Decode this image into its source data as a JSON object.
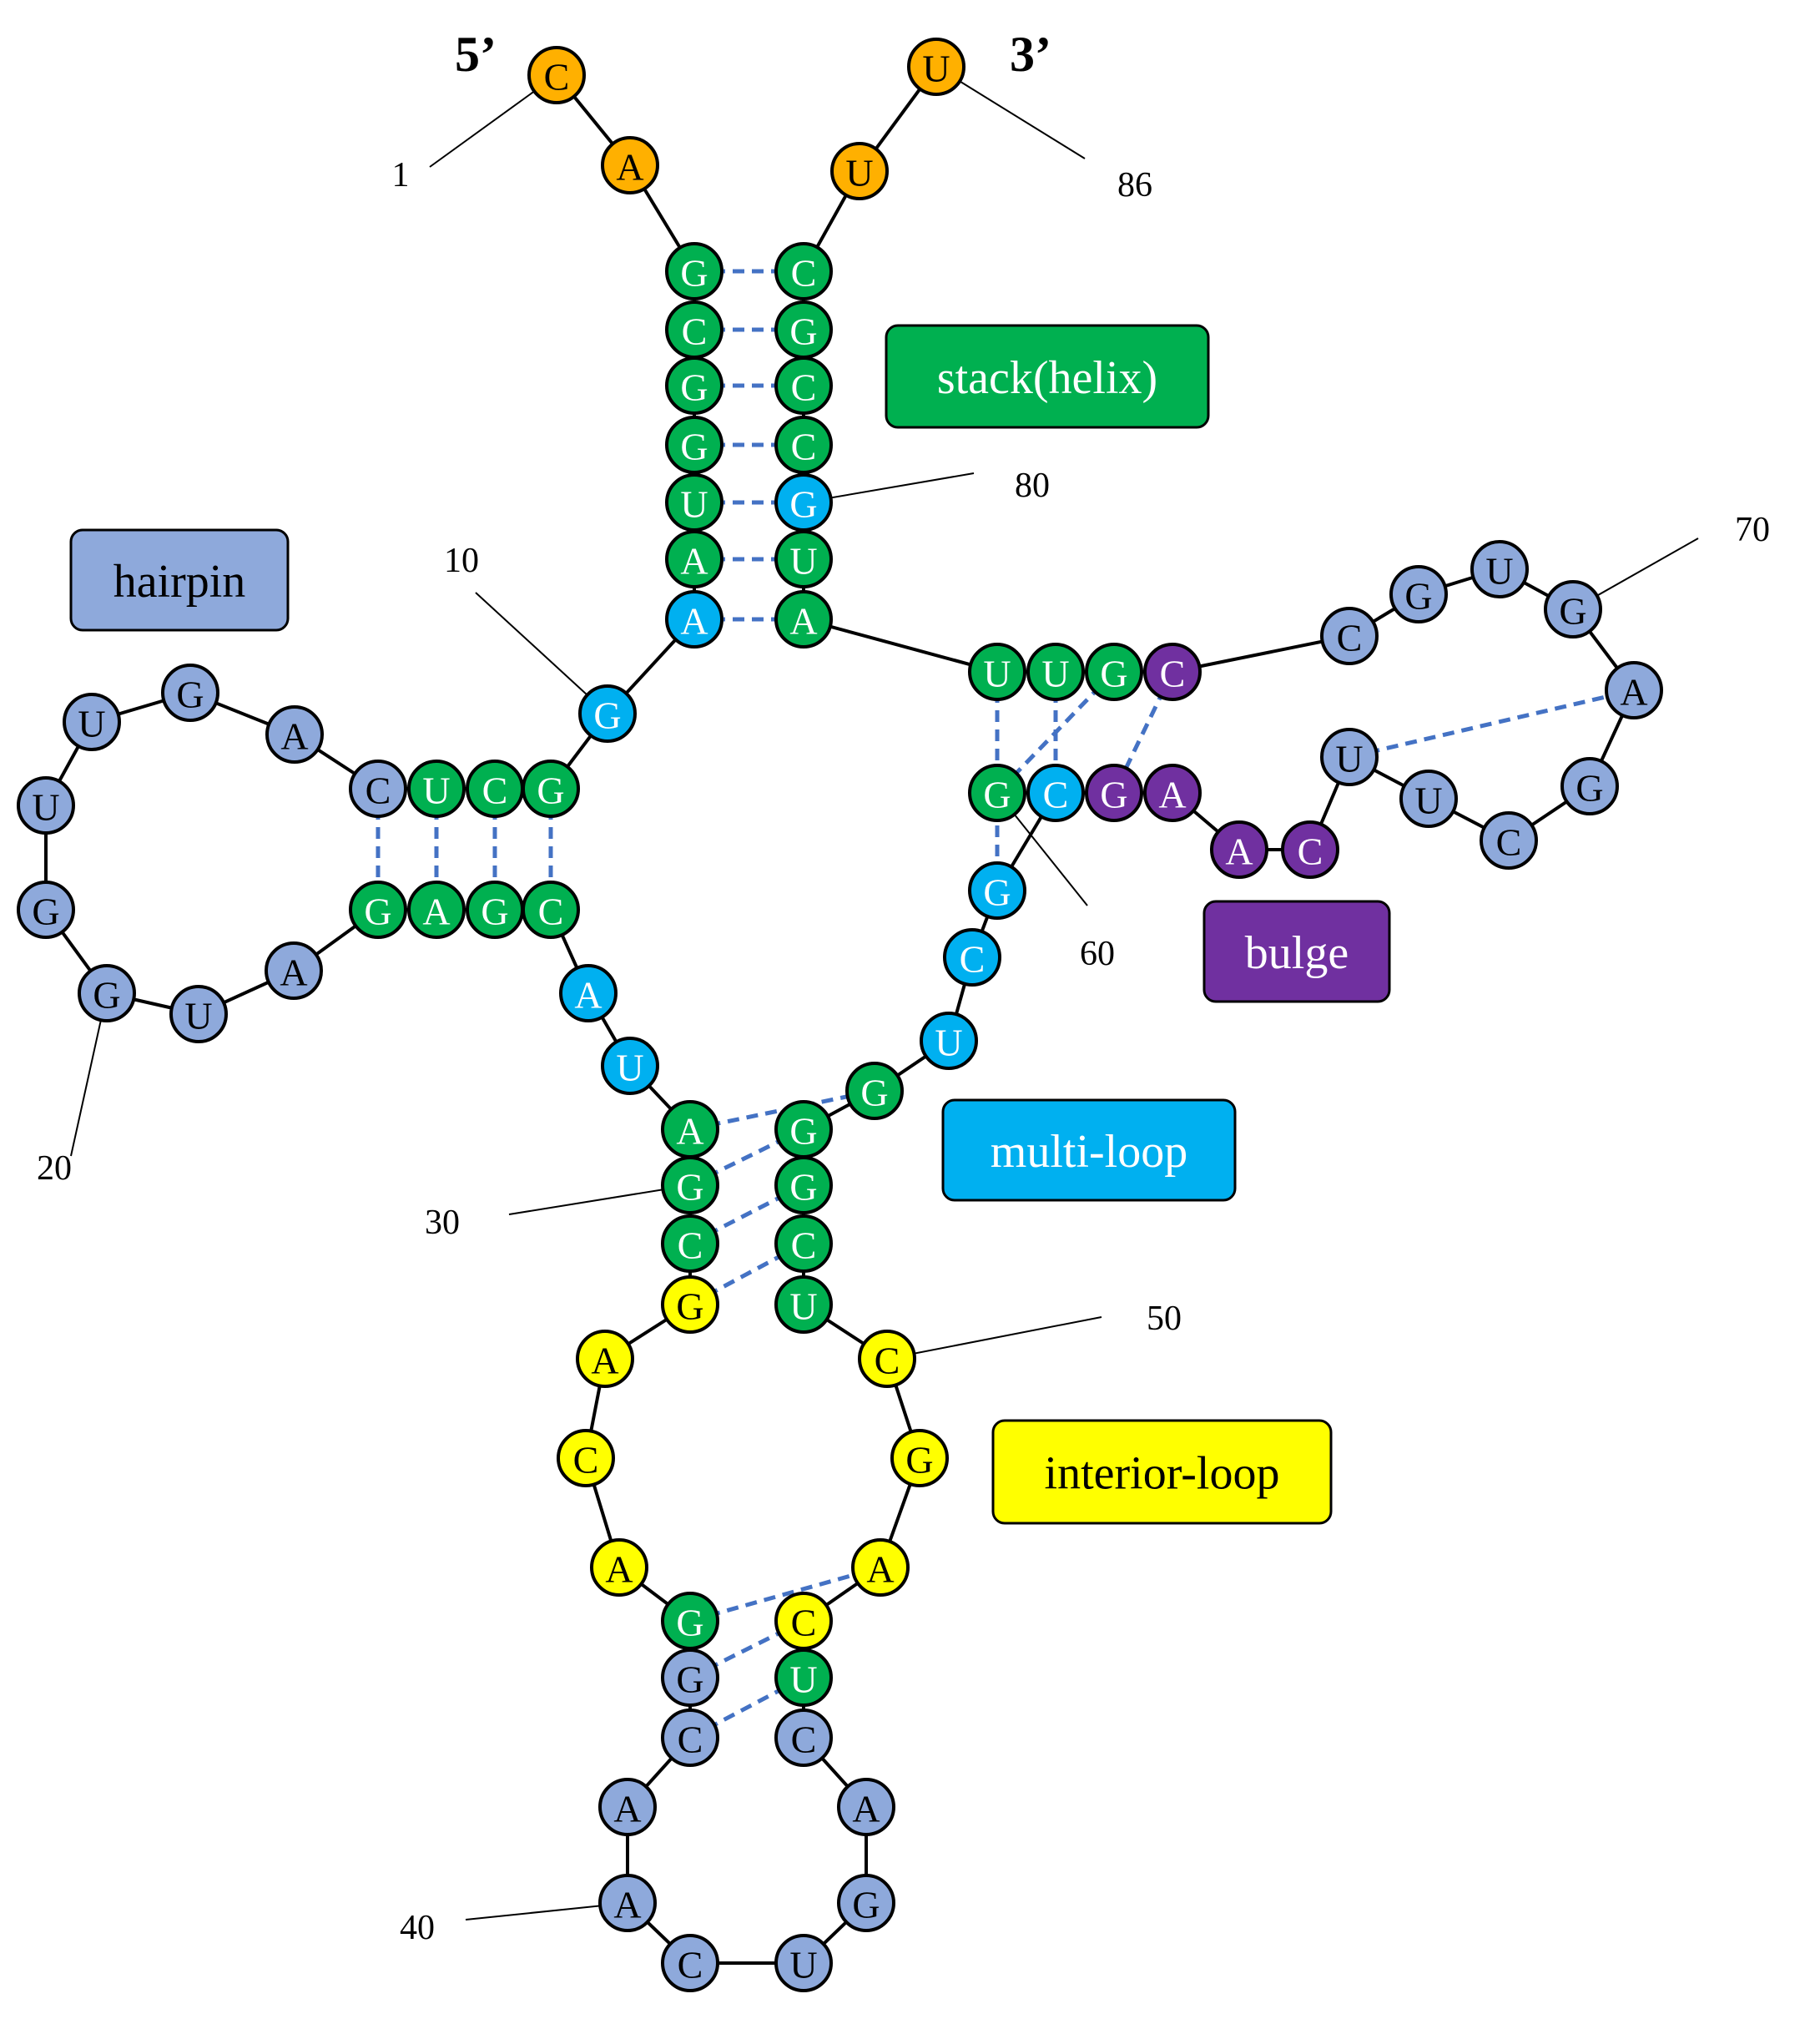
{
  "sequence": [
    "C",
    "A",
    "G",
    "C",
    "G",
    "G",
    "U",
    "A",
    "A",
    "G",
    "G",
    "C",
    "U",
    "C",
    "A",
    "G",
    "U",
    "U",
    "G",
    "G",
    "U",
    "A",
    "G",
    "A",
    "G",
    "C",
    "A",
    "U",
    "A",
    "G",
    "C",
    "G",
    "A",
    "C",
    "A",
    "G",
    "G",
    "C",
    "A",
    "A",
    "C",
    "U",
    "G",
    "A",
    "C",
    "U",
    "C",
    "A",
    "G",
    "C",
    "U",
    "C",
    "G",
    "G",
    "G",
    "U",
    "C",
    "G",
    "C",
    "G",
    "G",
    "A",
    "A",
    "C",
    "U",
    "U",
    "C",
    "G",
    "A",
    "G",
    "U",
    "G",
    "C",
    "C",
    "G",
    "U",
    "U",
    "A",
    "U",
    "G",
    "C",
    "C",
    "G",
    "C",
    "U",
    "U"
  ],
  "ends": {
    "five_prime": "5’",
    "three_prime": "3’"
  },
  "position_labels": [
    "1",
    "10",
    "20",
    "30",
    "40",
    "50",
    "60",
    "70",
    "80",
    "86"
  ],
  "legend": {
    "stack": "stack(helix)",
    "hairpin": "hairpin",
    "bulge": "bulge",
    "multiloop": "multi-loop",
    "interior": "interior-loop"
  },
  "colors": {
    "end": "#FFB000",
    "stack": "#00B050",
    "hairpin": "#8EA9DB",
    "bulge": "#7030A0",
    "multiloop": "#00B0F0",
    "interior": "#FFFF00",
    "pair_line": "#4472C4"
  }
}
